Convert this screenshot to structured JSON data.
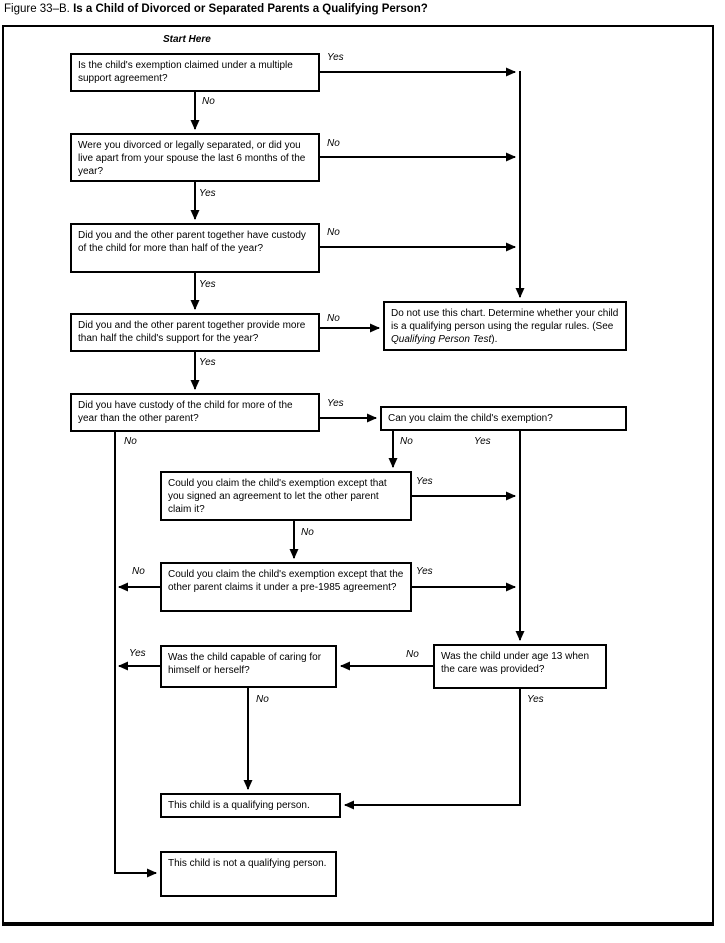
{
  "title": {
    "prefix": "Figure 33–B.",
    "main": "Is a Child of Divorced or Separated Parents a Qualifying Person?"
  },
  "start_label": "Start Here",
  "nodes": {
    "q_multiple_support": {
      "text": "Is the child's exemption claimed under a multiple support agreement?"
    },
    "q_divorced": {
      "text": "Were you divorced or legally separated, or did you live apart from your spouse the last 6 months of the year?"
    },
    "q_custody_together": {
      "text": "Did you and the other parent together have custody of the child for more than half of the year?"
    },
    "q_support_together": {
      "text": "Did you and the other parent together provide more than half the child's support for the year?"
    },
    "q_custody_more": {
      "text": "Did you have custody of the child for more of the year than the other parent?"
    },
    "do_not_use": {
      "pre": "Do not use this chart. Determine whether your child is a qualifying person using the regular rules. (See ",
      "italic": "Qualifying Person Test",
      "post": ")."
    },
    "q_can_claim": {
      "text": "Can you claim the child's exemption?"
    },
    "q_signed_agreement": {
      "text": "Could you claim the child's exemption except that you signed an agreement to let the other parent claim it?"
    },
    "q_pre1985": {
      "text": "Could you claim the child's exemption except that the other parent claims it under a pre-1985 agreement?"
    },
    "q_capable": {
      "text": "Was the child capable of caring for himself or herself?"
    },
    "q_under13": {
      "text": "Was the child under age 13 when the care was provided?"
    },
    "qualifying": {
      "text": "This child is a qualifying person."
    },
    "not_qualifying": {
      "text": "This child is not a qualifying person."
    }
  },
  "edges": {
    "multiple_support_yes": "Yes",
    "multiple_support_no": "No",
    "divorced_no": "No",
    "divorced_yes": "Yes",
    "custody_together_no": "No",
    "custody_together_yes": "Yes",
    "support_together_no": "No",
    "support_together_yes": "Yes",
    "custody_more_yes": "Yes",
    "custody_more_no": "No",
    "can_claim_no": "No",
    "can_claim_yes": "Yes",
    "signed_agreement_yes": "Yes",
    "signed_agreement_no": "No",
    "pre1985_no": "No",
    "pre1985_yes": "Yes",
    "capable_yes": "Yes",
    "capable_no": "No",
    "under13_no": "No",
    "under13_yes": "Yes"
  },
  "colors": {
    "ink": "#000000",
    "background": "#ffffff"
  }
}
